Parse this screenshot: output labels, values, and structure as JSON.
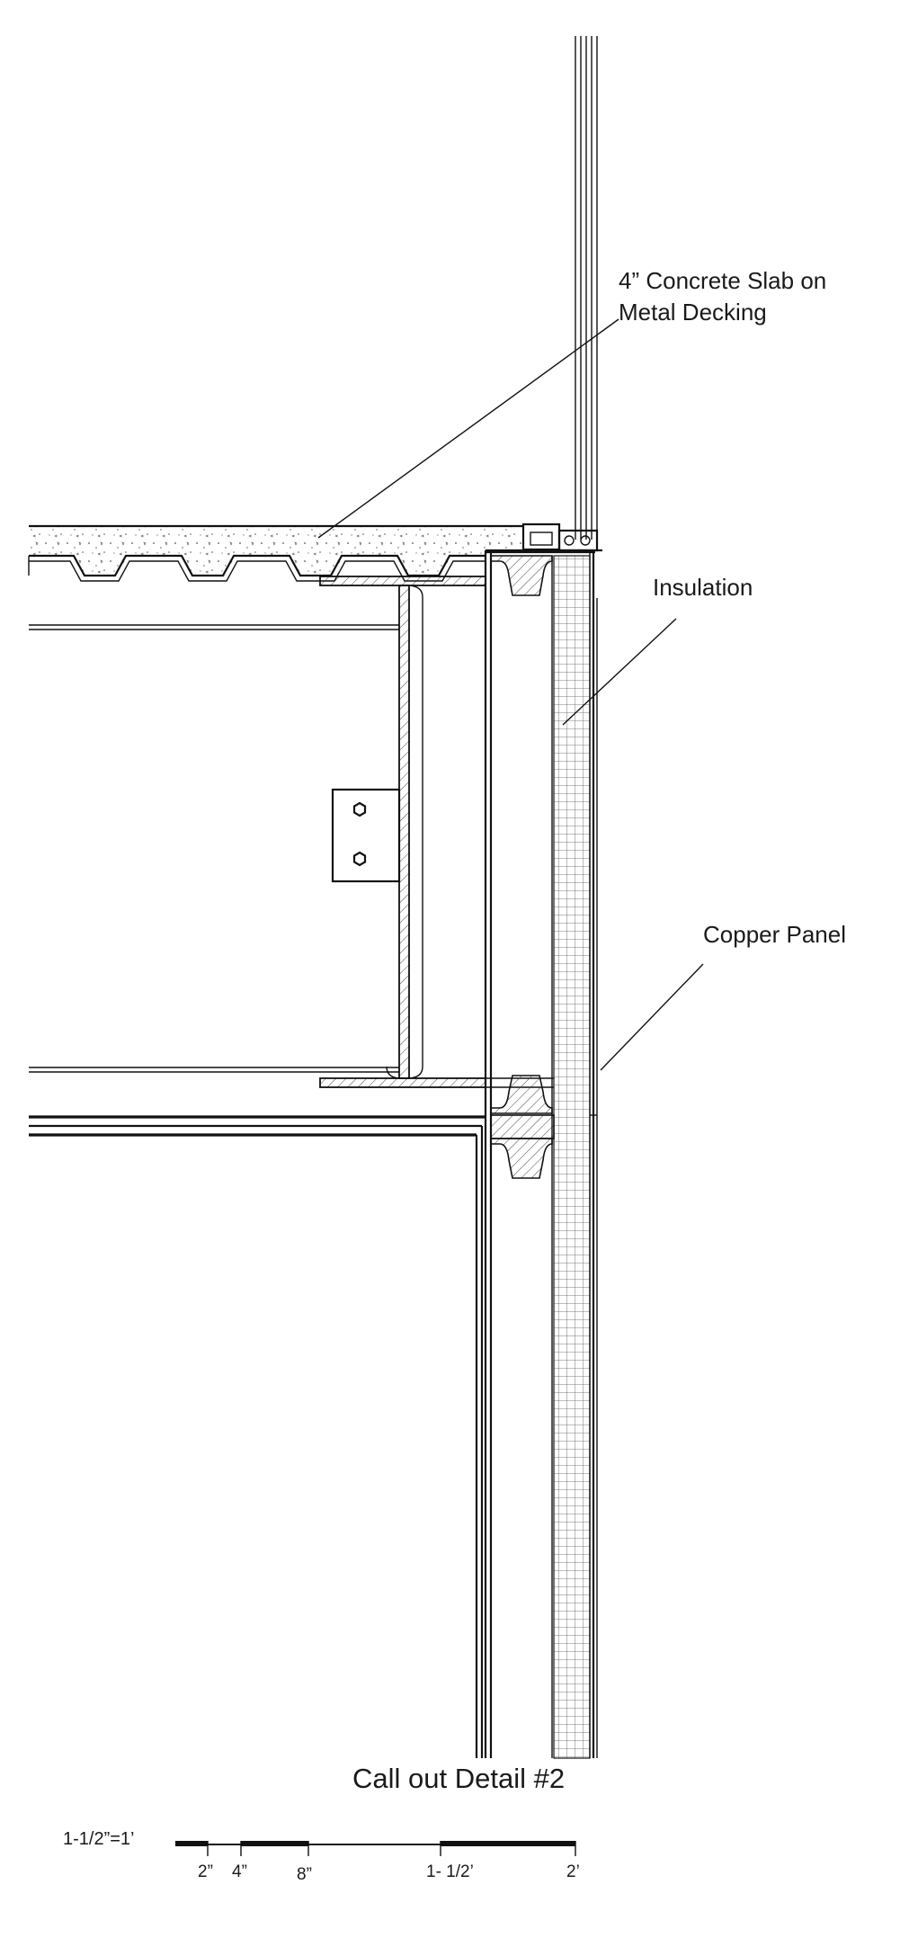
{
  "annotations": {
    "concrete_slab": {
      "line1": "4” Concrete Slab on",
      "line2": "Metal Decking"
    },
    "insulation": "Insulation",
    "copper_panel": "Copper Panel"
  },
  "caption": "Call out Detail #2",
  "scale": {
    "ratio": "1-1/2”=1’",
    "ticks": [
      "2”",
      "4”",
      "8”",
      "1- 1/2’",
      "2’"
    ]
  }
}
